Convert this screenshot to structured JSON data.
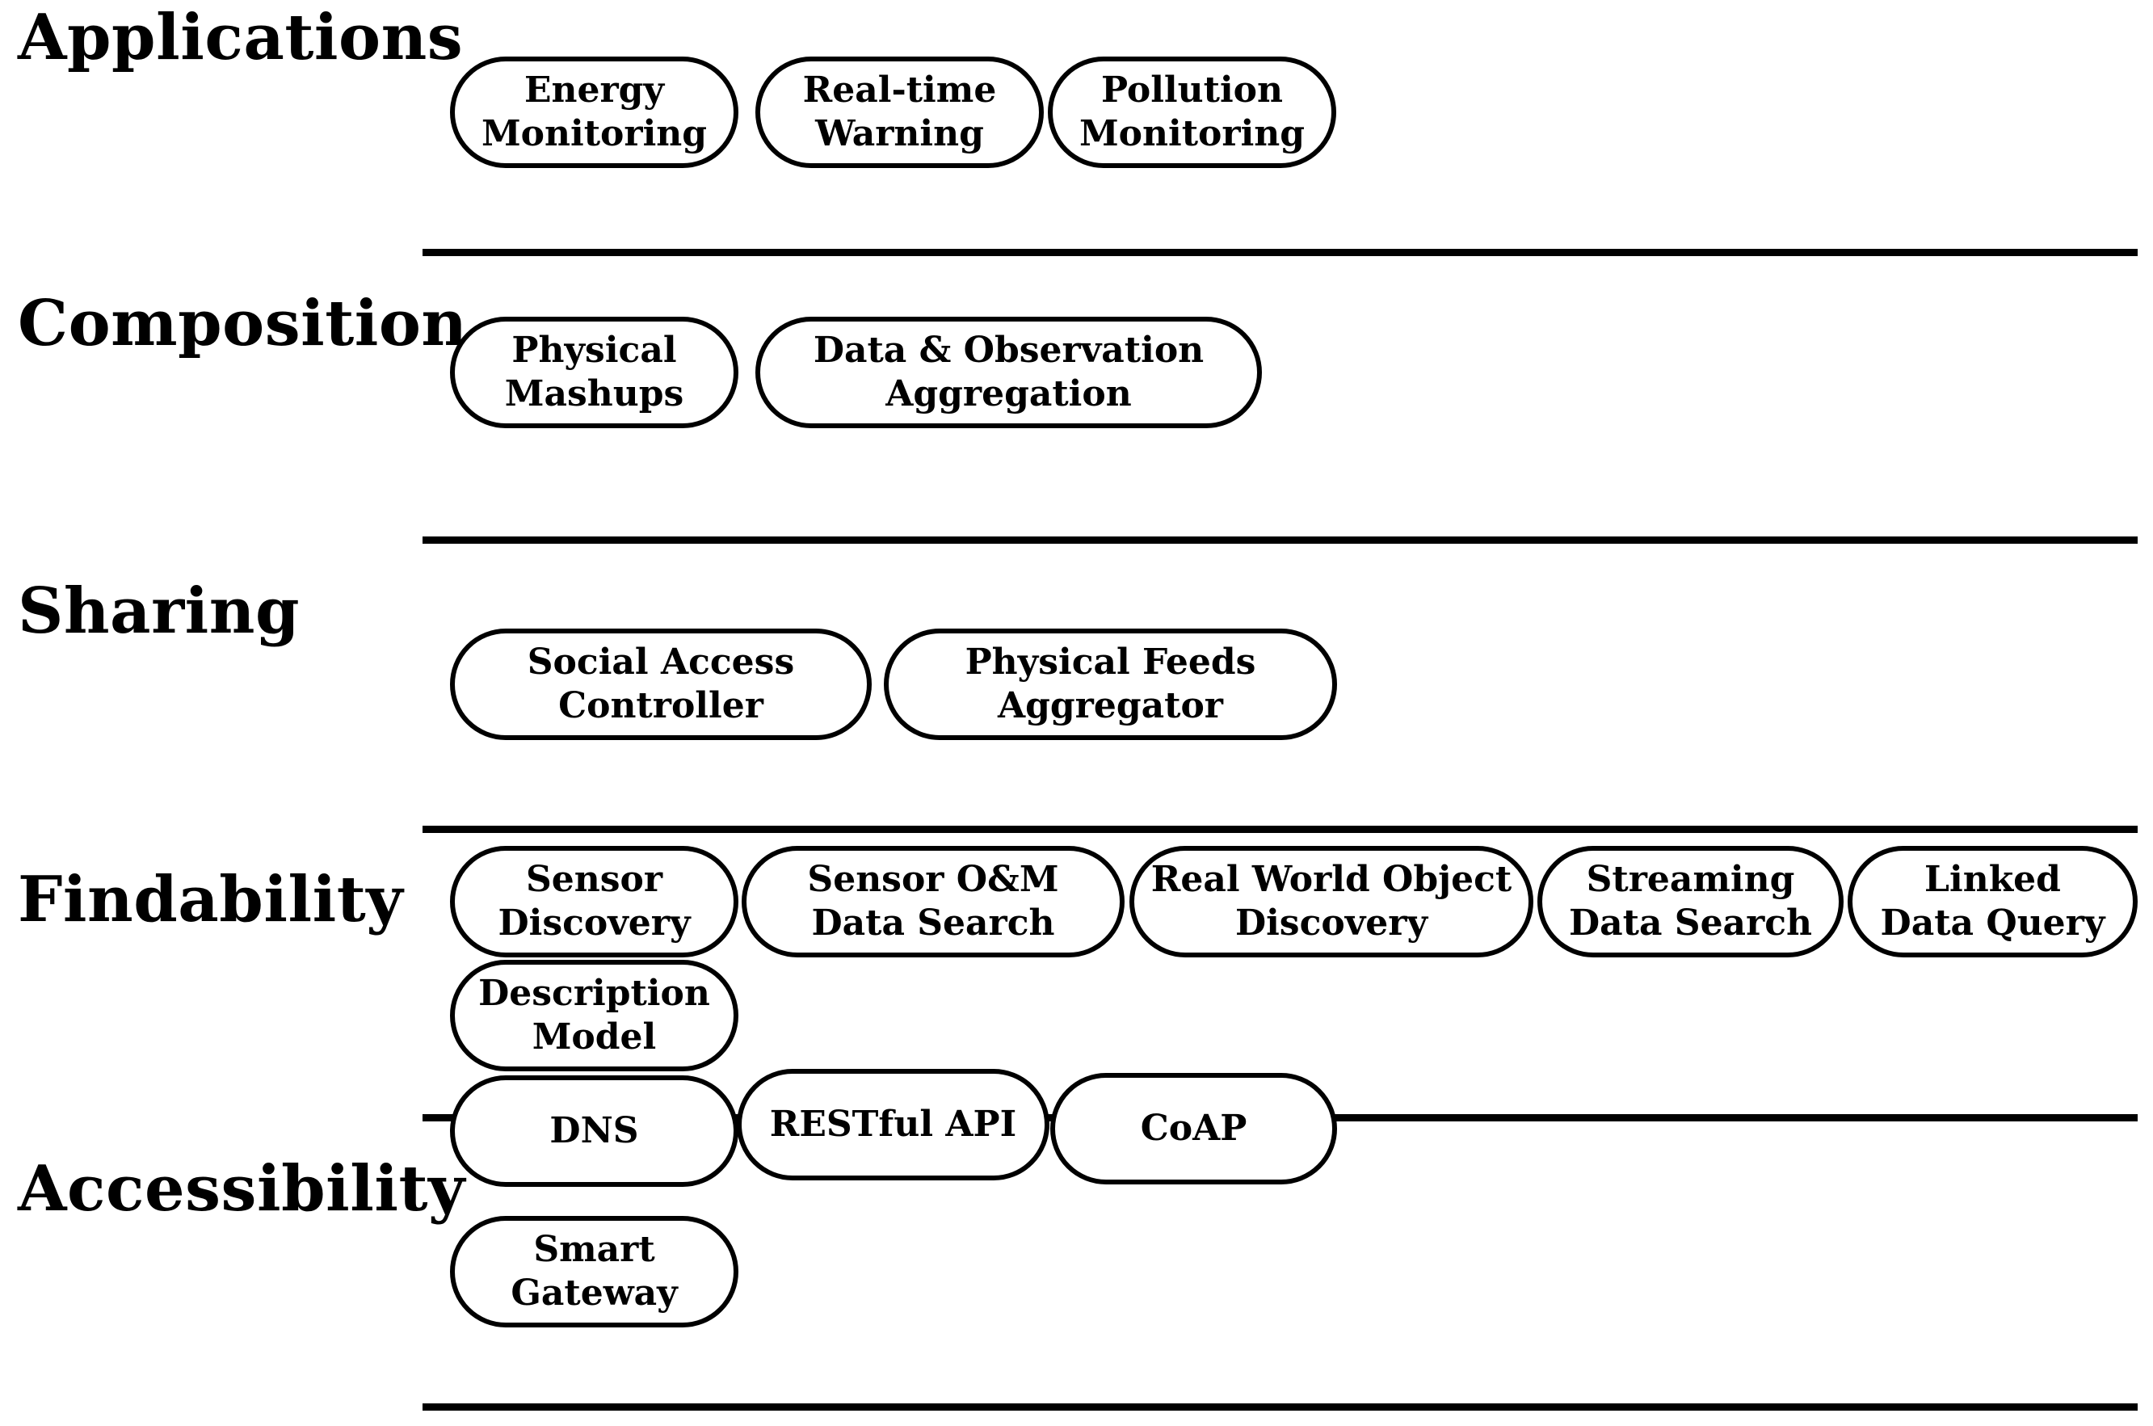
{
  "layers": {
    "applications": "Applications",
    "composition": "Composition",
    "sharing": "Sharing",
    "findability": "Findability",
    "accessibility": "Accessibility"
  },
  "boxes": {
    "energy_monitoring": [
      "Energy",
      "Monitoring"
    ],
    "realtime_warning": [
      "Real-time",
      "Warning"
    ],
    "pollution_monitoring": [
      "Pollution",
      "Monitoring"
    ],
    "physical_mashups": [
      "Physical",
      "Mashups"
    ],
    "data_observation_aggregation": [
      "Data & Observation",
      "Aggregation"
    ],
    "social_access_controller": [
      "Social Access",
      "Controller"
    ],
    "physical_feeds_aggregator": [
      "Physical Feeds",
      "Aggregator"
    ],
    "sensor_discovery": [
      "Sensor",
      "Discovery"
    ],
    "sensor_om_data_search": [
      "Sensor O&M",
      "Data Search"
    ],
    "real_world_object_discovery": [
      "Real World Object",
      "Discovery"
    ],
    "streaming_data_search": [
      "Streaming",
      "Data Search"
    ],
    "linked_data_query": [
      "Linked",
      "Data Query"
    ],
    "description_model": [
      "Description",
      "Model"
    ],
    "dns": [
      "DNS"
    ],
    "restful_api": [
      "RESTful API"
    ],
    "coap": [
      "CoAP"
    ],
    "smart_gateway": [
      "Smart",
      "Gateway"
    ]
  }
}
